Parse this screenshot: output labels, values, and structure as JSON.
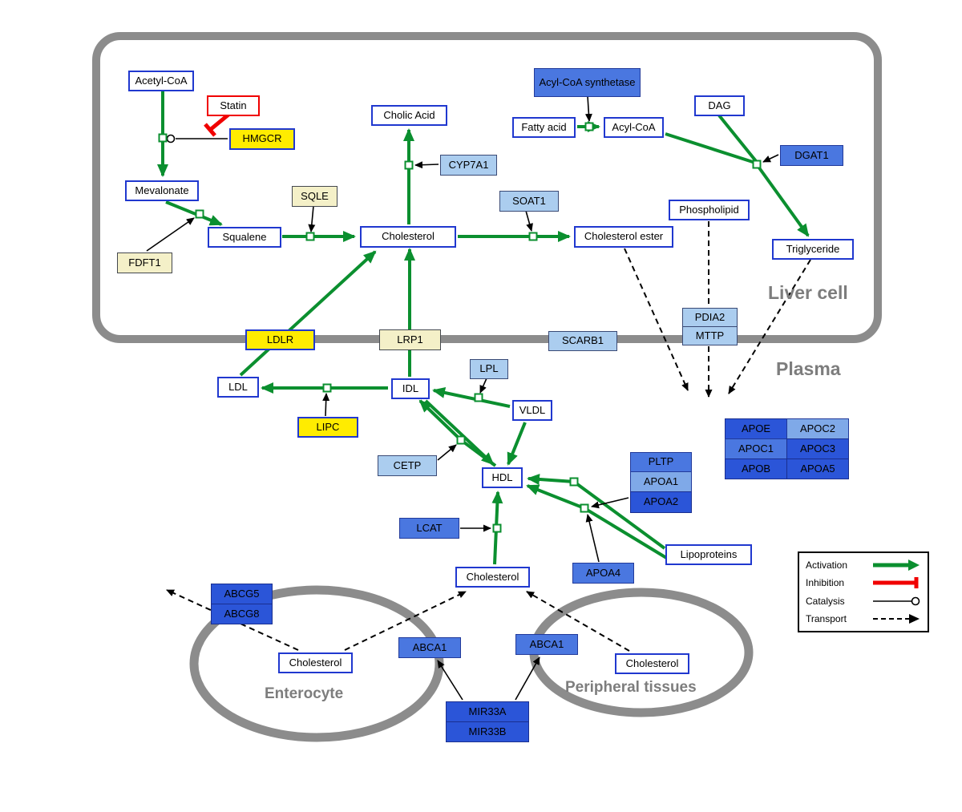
{
  "regions": {
    "liver_cell": "Liver cell",
    "plasma": "Plasma",
    "enterocyte": "Enterocyte",
    "peripheral_tissues": "Peripheral tissues"
  },
  "nodes": {
    "acetyl_coa": "Acetyl-CoA",
    "statin": "Statin",
    "hmgcr": "HMGCR",
    "mevalonate": "Mevalonate",
    "fdft1": "FDFT1",
    "squalene": "Squalene",
    "sqle": "SQLE",
    "cholesterol_liver": "Cholesterol",
    "cholic_acid": "Cholic Acid",
    "cyp7a1": "CYP7A1",
    "soat1": "SOAT1",
    "cholesterol_ester": "Cholesterol ester",
    "acyl_coa_synthetase": "Acyl-CoA synthetase",
    "fatty_acid": "Fatty acid",
    "acyl_coa": "Acyl-CoA",
    "dag": "DAG",
    "dgat1": "DGAT1",
    "phospholipid": "Phospholipid",
    "triglyceride": "Triglyceride",
    "pdia2": "PDIA2",
    "mttp": "MTTP",
    "ldlr": "LDLR",
    "lrp1": "LRP1",
    "scarb1": "SCARB1",
    "ldl": "LDL",
    "idl": "IDL",
    "lpl": "LPL",
    "vldl": "VLDL",
    "lipc": "LIPC",
    "cetp": "CETP",
    "hdl": "HDL",
    "lcat": "LCAT",
    "pltp": "PLTP",
    "apoa1": "APOA1",
    "apoa2": "APOA2",
    "apoa4": "APOA4",
    "lipoproteins": "Lipoproteins",
    "apoe": "APOE",
    "apoc2": "APOC2",
    "apoc1": "APOC1",
    "apoc3": "APOC3",
    "apob": "APOB",
    "apoa5": "APOA5",
    "cholesterol_plasma": "Cholesterol",
    "abcg5": "ABCG5",
    "abcg8": "ABCG8",
    "cholesterol_enterocyte": "Cholesterol",
    "abca1_enterocyte": "ABCA1",
    "abca1_peripheral": "ABCA1",
    "cholesterol_peripheral": "Cholesterol",
    "mir33a": "MIR33A",
    "mir33b": "MIR33B"
  },
  "legend": {
    "activation": "Activation",
    "inhibition": "Inhibition",
    "catalysis": "Catalysis",
    "transport": "Transport"
  },
  "colors": {
    "activation_green": "#0b8f2f",
    "inhibition_red": "#f00000",
    "membrane_gray": "#8c8c8c",
    "metabolite_border_blue": "#2038cf",
    "gene_blue": "#4a77e0",
    "gene_dark_blue": "#2b55d8",
    "gene_light_blue": "#abcdef",
    "gene_yellow": "#ffec00",
    "gene_pale_yellow": "#f4f0c8"
  }
}
